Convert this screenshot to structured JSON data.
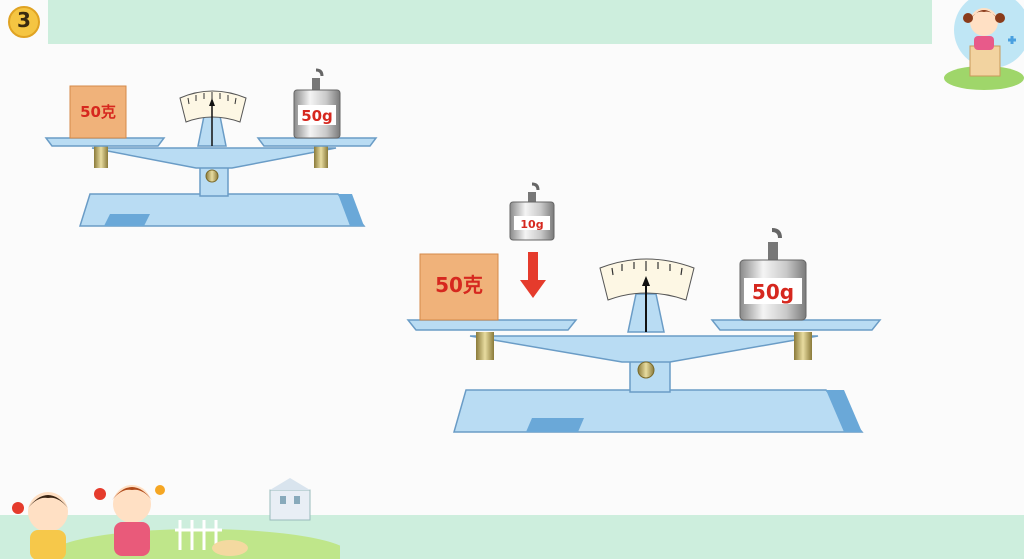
{
  "slide": {
    "number": "3"
  },
  "scale_small": {
    "block_label": "50克",
    "weight_label": "50g"
  },
  "scale_large": {
    "block_label": "50克",
    "added_weight_label": "10g",
    "weight_label": "50g"
  },
  "colors": {
    "band": "#cdeedd",
    "scale_body": "#b9dcf3",
    "scale_outline": "#6a9cc6",
    "block": "#f0b27a",
    "arrow": "#e53b2c",
    "label_red": "#d6281f"
  },
  "icons": [
    "slide-number-badge",
    "girl-mascot-icon",
    "children-illustration"
  ]
}
